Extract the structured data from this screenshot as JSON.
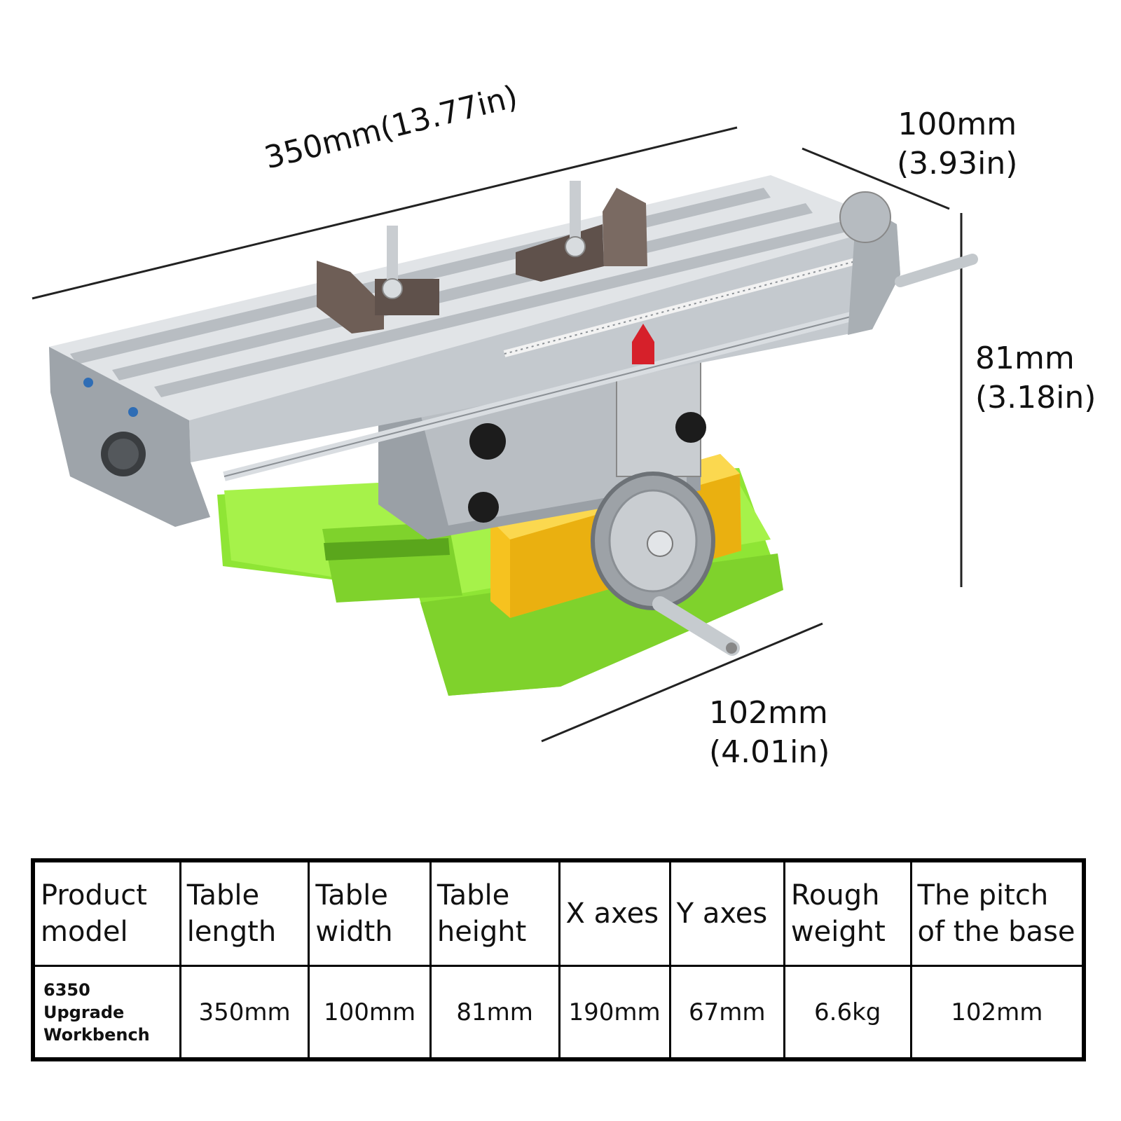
{
  "dimensions": {
    "length": {
      "metric": "350mm",
      "imperial": "(13.77in)"
    },
    "width": {
      "metric": "100mm",
      "imperial": "(3.93in)"
    },
    "height": {
      "metric": "81mm",
      "imperial": "(3.18in)"
    },
    "base_pitch": {
      "metric": "102mm",
      "imperial": "(4.01in)"
    }
  },
  "table": {
    "headers": [
      "Product model",
      "Table length",
      "Table width",
      "Table height",
      "X axes",
      "Y axes",
      "Rough weight",
      "The pitch of the base"
    ],
    "row": [
      "6350 Upgrade Workbench",
      "350mm",
      "100mm",
      "81mm",
      "190mm",
      "67mm",
      "6.6kg",
      "102mm"
    ]
  },
  "colors": {
    "base": "#96f03a",
    "carriage": "#f7c52a",
    "table": "#c8cdd2",
    "jaws": "#6e5e56",
    "pointer": "#d6202a"
  }
}
